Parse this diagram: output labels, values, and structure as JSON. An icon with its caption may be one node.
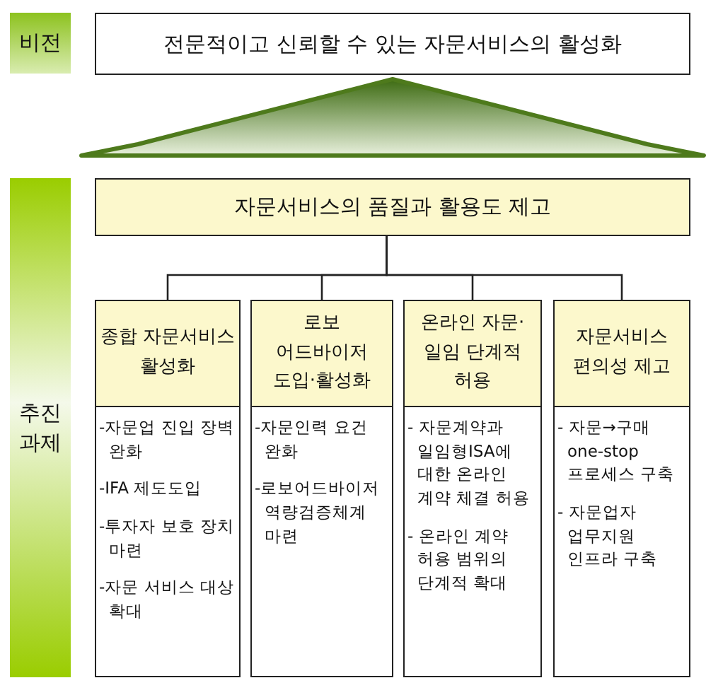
{
  "diagram": {
    "nodes": [
      {
        "text": [
          "비전"
        ]
      },
      {
        "text": [
          "전문적이고 신뢰할 수 있는 자문서비스의 활성화"
        ]
      },
      {
        "text": [
          "추진 과제"
        ]
      },
      {
        "text": [
          "자문서비스의 품질과 활용도 제고"
        ]
      },
      {
        "text": [
          "종합 자문서비스 활성화",
          "-자문업 진입 장벽 완화",
          "-IFA 제도도입",
          "-투자자 보호 장치 마련",
          "-자문 서비스 대상 확대"
        ]
      },
      {
        "text": [
          "로보 어드바이저 도입·활성화",
          "-자문인력 요건 완화",
          "-로보어드바이저 역량검증체계 마련"
        ]
      },
      {
        "text": [
          "온라인 자문·일임 단계적 허용",
          "- 자문계약과 일임형ISA에 대한 온라인 계약 체결 허용",
          "- 온라인 계약 허용 범위의 단계적 확대"
        ]
      },
      {
        "text": [
          "자문서비스 편의성 제고",
          "- 자문→구매 one-stop 프로세스 구축",
          "- 자문업자 업무지원 인프라 구축"
        ]
      }
    ],
    "edges": [
      {
        "from": 3,
        "to": 1,
        "arrow": "to",
        "style": "thick",
        "color": "#4e7a1c"
      },
      {
        "from": 3,
        "to": 4,
        "arrow": "none"
      },
      {
        "from": 3,
        "to": 5,
        "arrow": "none"
      },
      {
        "from": 3,
        "to": 6,
        "arrow": "none"
      },
      {
        "from": 3,
        "to": 7,
        "arrow": "none"
      }
    ]
  }
}
